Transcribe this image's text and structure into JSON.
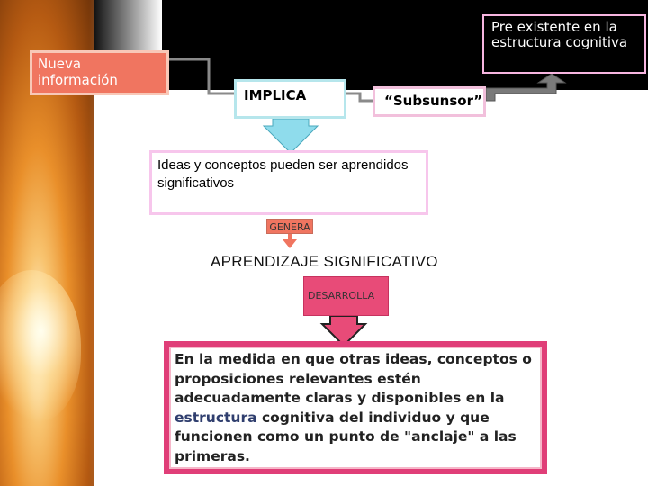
{
  "diagram": {
    "nueva": "Nueva información",
    "pre_existente": "Pre existente en la estructura cognitiva",
    "implica": "IMPLICA",
    "subsunsor": "“Subsunsor”",
    "ideas": "Ideas y conceptos pueden ser aprendidos significativos",
    "genera": "GENERA",
    "aprendizaje": "APRENDIZAJE SIGNIFICATIVO",
    "desarrolla": "DESARROLLA",
    "medida_part1": "En  la medida en que otras ideas, conceptos o proposiciones relevantes estén adecuadamente claras y disponibles en la ",
    "medida_highlight": "estructura",
    "medida_part2": " cognitiva del individuo y que funcionen como un punto de \"anclaje\" a las primeras."
  },
  "colors": {
    "nueva_fill": "#f07560",
    "genera_fill": "#f07560",
    "desarrolla_fill": "#e84b78",
    "frame_pink": "#e03e78",
    "arrow_cyan": "#8fdcec",
    "arrow_gray": "#888888"
  }
}
